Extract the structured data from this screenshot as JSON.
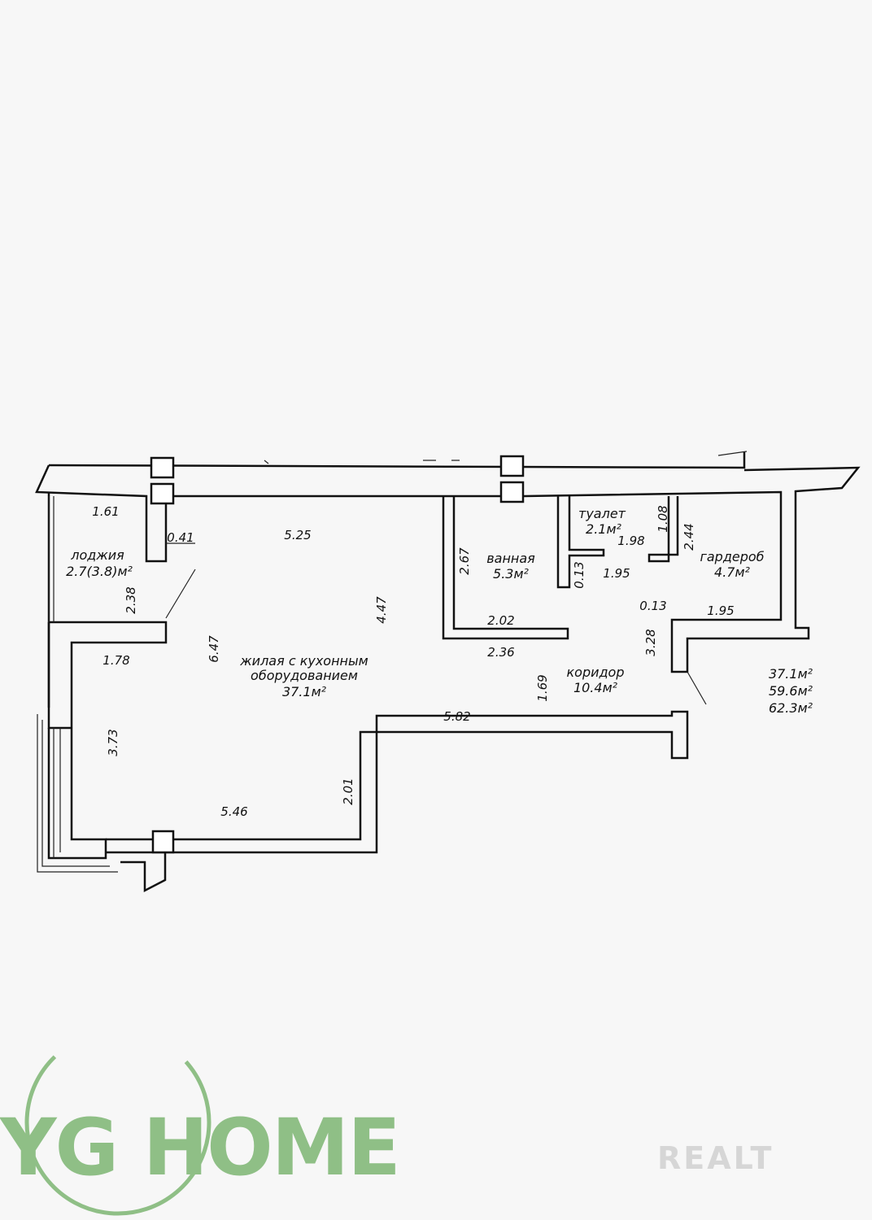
{
  "rooms": {
    "loggia": {
      "name": "лоджия",
      "area": "2.7(3.8)м²"
    },
    "living": {
      "line1": "жилая с кухонным",
      "line2": "оборудованием",
      "area": "37.1м²"
    },
    "bath": {
      "name": "ванная",
      "area": "5.3м²"
    },
    "toilet": {
      "name": "туалет",
      "area": "2.1м²"
    },
    "wardrobe": {
      "name": "гардероб",
      "area": "4.7м²"
    },
    "corridor": {
      "name": "коридор",
      "area": "10.4м²"
    }
  },
  "totals": {
    "living": "37.1м²",
    "total": "59.6м²",
    "total_with_loggia": "62.3м²"
  },
  "dimensions": {
    "d161": "1.61",
    "d041": "0.41",
    "d525": "5.25",
    "d238": "2.38",
    "d178": "1.78",
    "d647": "6.47",
    "d447": "4.47",
    "d373": "3.73",
    "d546": "5.46",
    "d201": "2.01",
    "d582": "5.82",
    "d169": "1.69",
    "d267": "2.67",
    "d202": "2.02",
    "d236": "2.36",
    "d013a": "0.13",
    "d195a": "1.95",
    "d198": "1.98",
    "d108": "1.08",
    "d244": "2.44",
    "d013b": "0.13",
    "d195b": "1.95",
    "d328": "3.28"
  },
  "logo": {
    "text": "YG HOME",
    "color": "#8fbf86"
  },
  "watermark": {
    "text": "REALT",
    "color": "#d8d8d8"
  }
}
